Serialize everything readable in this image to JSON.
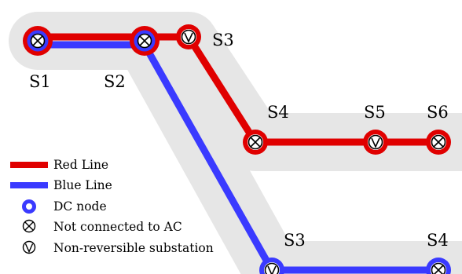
{
  "colors": {
    "red": "#e00000",
    "blue": "#3a3aff",
    "corridor": "#e6e6e6",
    "ink": "#000000"
  },
  "stations": {
    "s1": "S1",
    "s2": "S2",
    "s3_red": "S3",
    "s4_red": "S4",
    "s5": "S5",
    "s6": "S6",
    "s3_blue": "S3",
    "s4_blue": "S4"
  },
  "legend": {
    "red_line": "Red Line",
    "blue_line": "Blue Line",
    "dc_node": "DC node",
    "not_connected": "Not connected to AC",
    "non_reversible": "Non-reversible substation"
  },
  "icons": {
    "not_connected": "circle-x-icon",
    "non_reversible": "circle-v-icon",
    "dc_node": "ring-icon"
  }
}
